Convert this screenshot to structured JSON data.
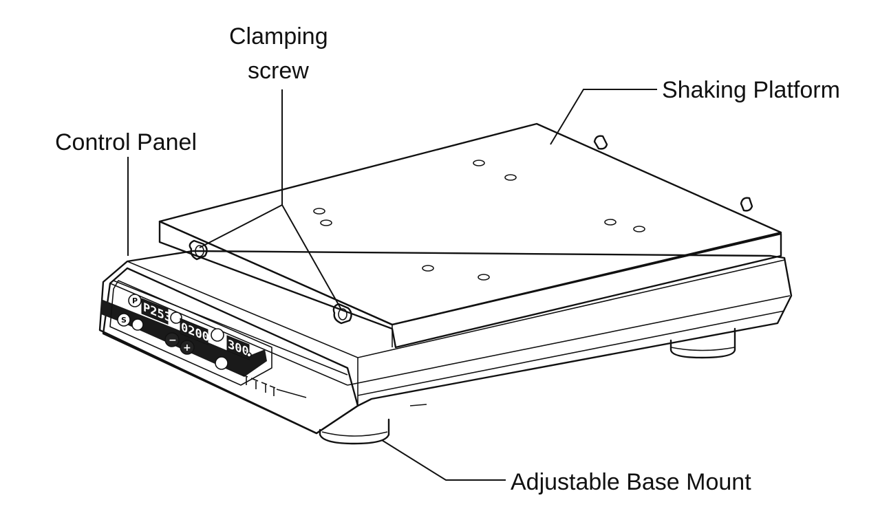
{
  "labels": {
    "clamping_screw_line1": "Clamping",
    "clamping_screw_line2": "screw",
    "shaking_platform": "Shaking Platform",
    "control_panel": "Control Panel",
    "adjustable_base_mount": "Adjustable Base Mount"
  },
  "panel": {
    "display_program": "P253",
    "display_time": "0200",
    "display_speed": "300",
    "button_p": "P",
    "button_s": "S",
    "button_minus": "−",
    "button_plus": "+"
  },
  "colors": {
    "line": "#111111",
    "background": "#ffffff",
    "display": "#1a1a1a"
  }
}
